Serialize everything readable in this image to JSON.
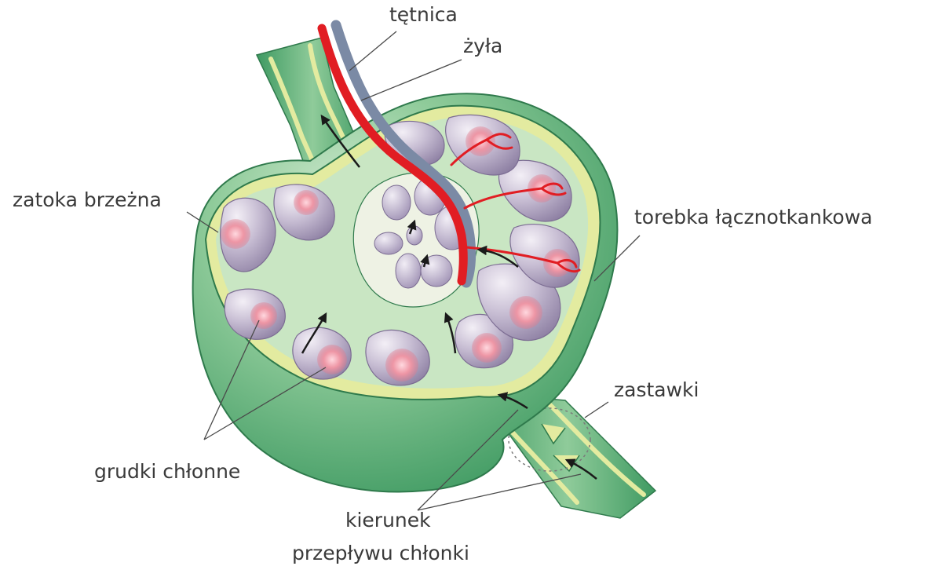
{
  "labels": {
    "artery": "tętnica",
    "vein": "żyła",
    "marginal_sinus": "zatoka brzeżna",
    "capsule": "torebka łącznotkankowa",
    "valves": "zastawki",
    "follicles": "grudki chłonne",
    "flow_line1": "kierunek",
    "flow_line2": "przepływu chłonki"
  },
  "colors": {
    "capsule_green": "#5fb07a",
    "sinus_yellow": "#e3eba0",
    "follicle_purple": "#a79bb8",
    "germinal_center_pink": "#e88a9a",
    "artery_red": "#e11d23",
    "vein_gray": "#7b8aa5",
    "leader_line": "#4a4a4a"
  }
}
